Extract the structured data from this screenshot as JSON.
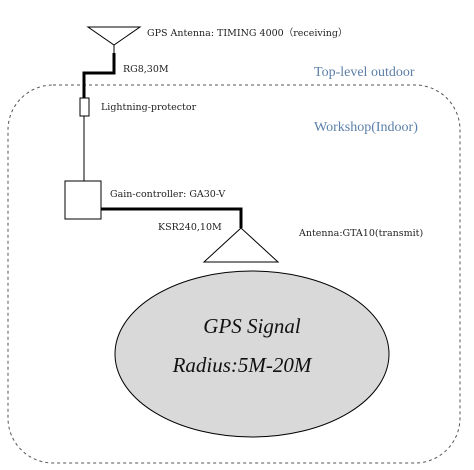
{
  "labels": {
    "gps_antenna": "GPS Antenna: TIMING 4000（receiving）",
    "rg_cable": "RG8,30M",
    "top_level": "Top-level outdoor",
    "lightning_protector": "Lightning-protector",
    "workshop": "Workshop(Indoor)",
    "gain_controller": "Gain-controller: GA30-V",
    "ksr_cable": "KSR240,10M",
    "transmit_antenna": "Antenna:GTA10(transmit)",
    "signal_title": "GPS Signal",
    "signal_radius": "Radius:5M-20M"
  },
  "colors": {
    "zone_text": "#5b7fa8",
    "ellipse_fill": "#d9d9d9",
    "line": "#000000",
    "dashed": "#555555"
  }
}
